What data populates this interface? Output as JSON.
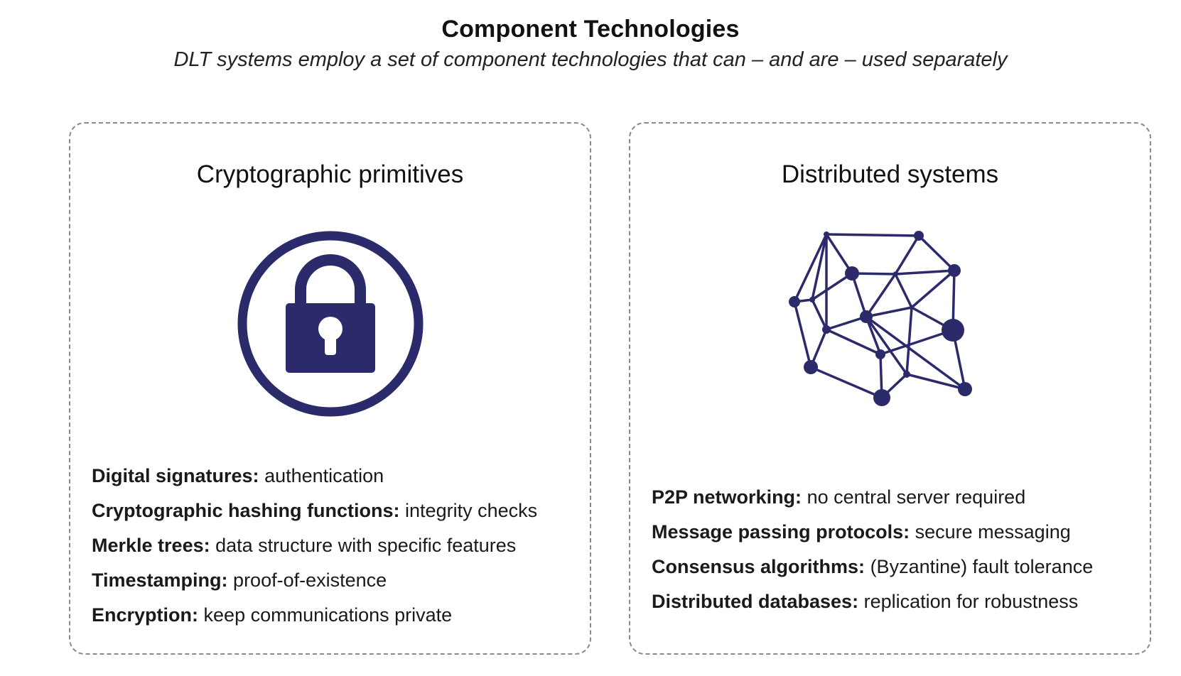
{
  "header": {
    "title": "Component Technologies",
    "subtitle": "DLT systems employ a set of component technologies that can – and are – used separately"
  },
  "colors": {
    "icon": "#2b2a6a",
    "border": "#8a8a8a",
    "text": "#111111"
  },
  "panels": [
    {
      "title": "Cryptographic primitives",
      "icon": "padlock-icon",
      "items": [
        {
          "term": "Digital signatures:",
          "desc": "authentication"
        },
        {
          "term": "Cryptographic hashing functions:",
          "desc": "integrity checks"
        },
        {
          "term": "Merkle trees:",
          "desc": "data structure with specific features"
        },
        {
          "term": "Timestamping:",
          "desc": "proof-of-existence"
        },
        {
          "term": "Encryption:",
          "desc": "keep communications private"
        }
      ]
    },
    {
      "title": "Distributed systems",
      "icon": "network-mesh-icon",
      "items": [
        {
          "term": "P2P networking:",
          "desc": "no central server required"
        },
        {
          "term": "Message passing protocols:",
          "desc": "secure messaging"
        },
        {
          "term": "Consensus algorithms:",
          "desc": "(Byzantine) fault tolerance"
        },
        {
          "term": "Distributed databases:",
          "desc": "replication for robustness"
        }
      ]
    }
  ]
}
